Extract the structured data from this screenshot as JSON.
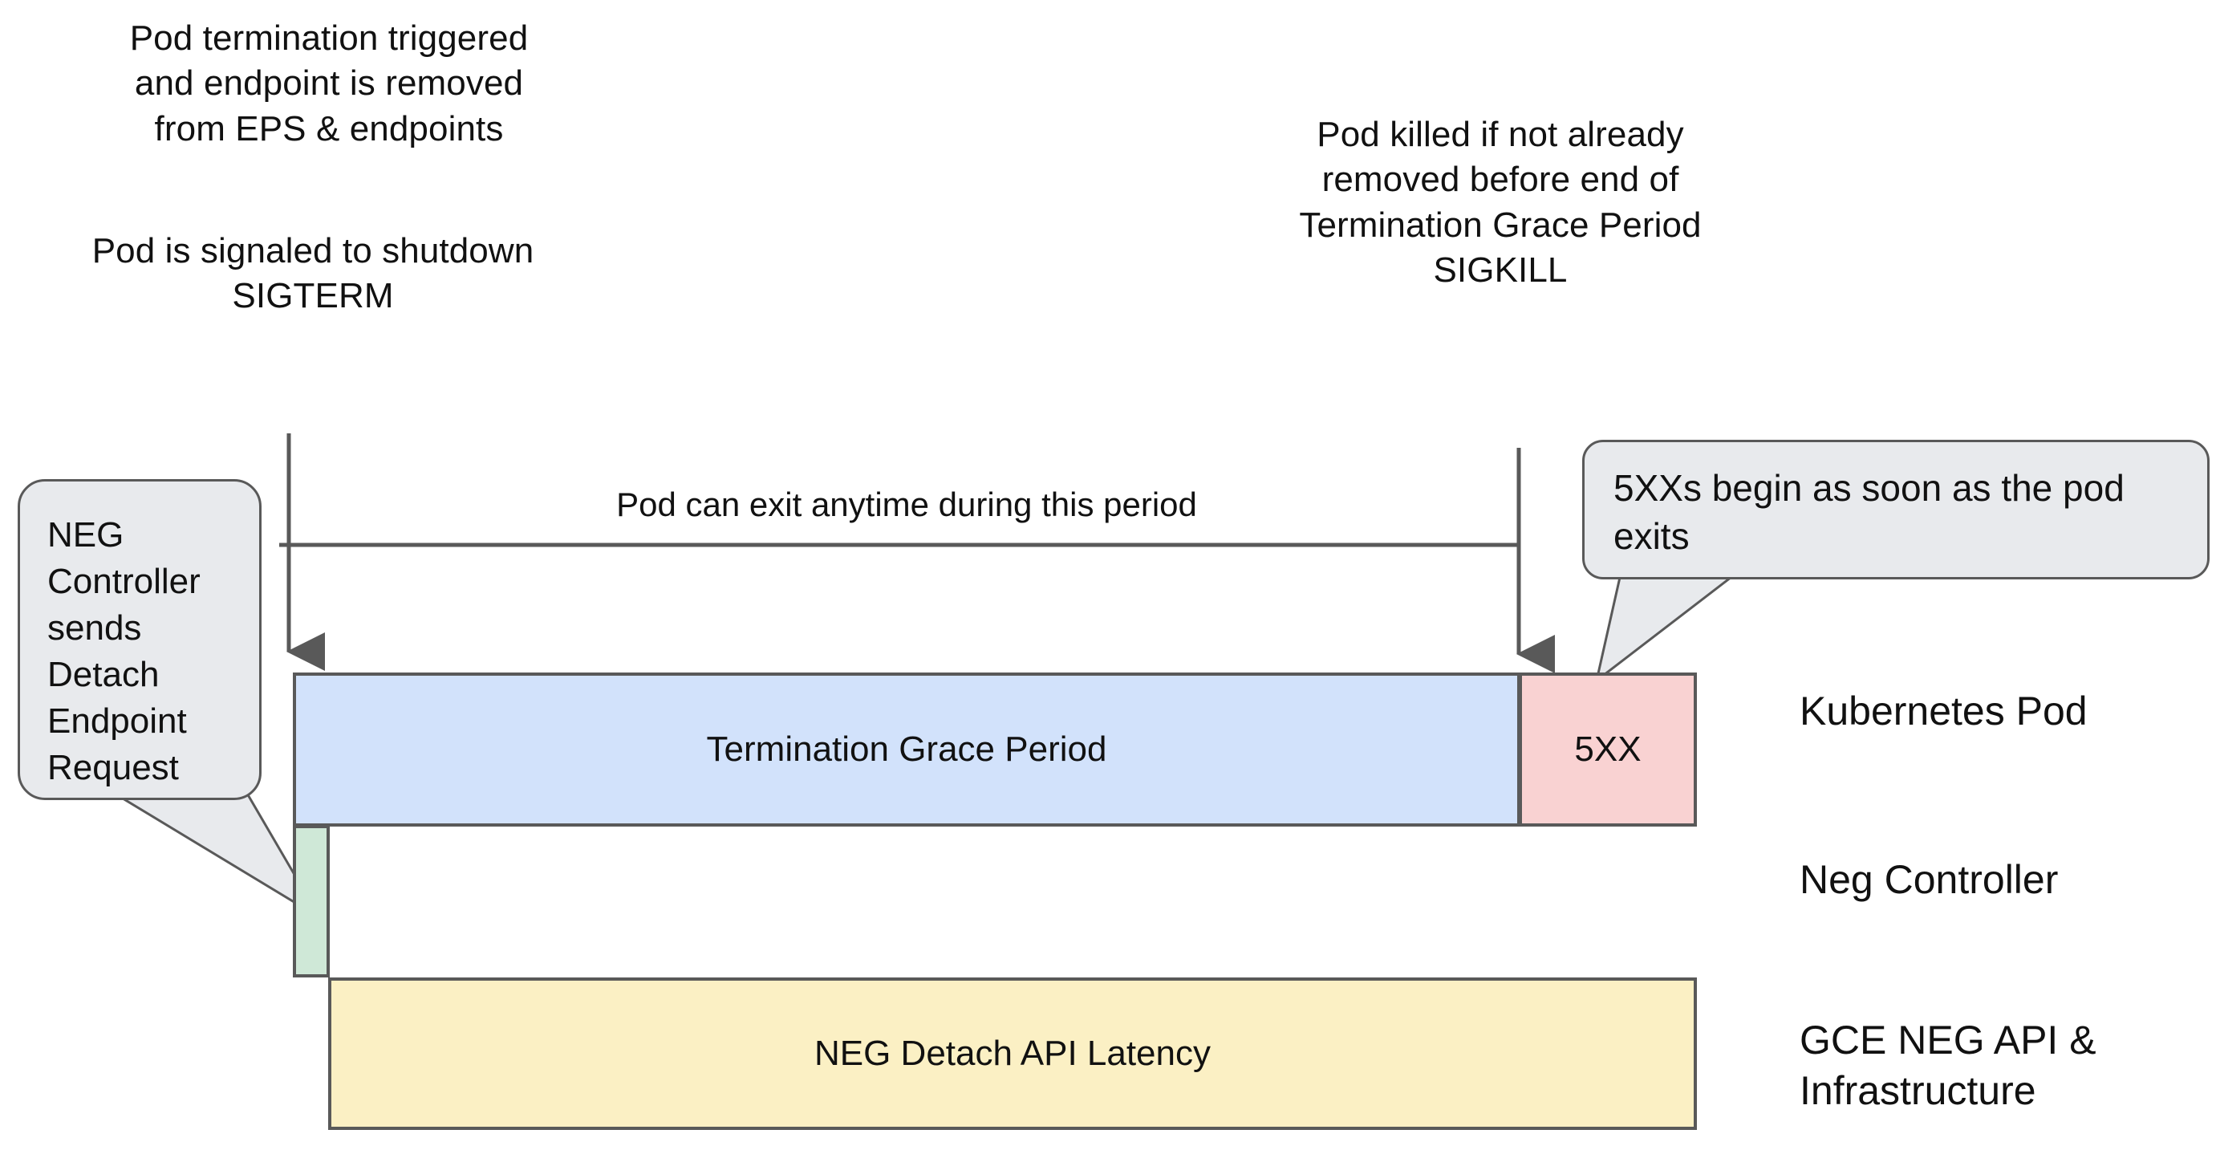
{
  "diagram": {
    "title": "Kubernetes Pod termination and NEG detach timeline",
    "background": "#ffffff"
  },
  "notes": {
    "termination_trigger": "Pod termination triggered\nand endpoint is removed\nfrom EPS & endpoints",
    "sigterm": "Pod is signaled to shutdown\nSIGTERM",
    "sigkill": "Pod killed if not already\nremoved before end of\nTermination Grace Period\nSIGKILL"
  },
  "caption": {
    "pod_exit": "Pod can exit anytime during this period"
  },
  "bubbles": {
    "neg_controller": "NEG Controller sends Detach Endpoint Request",
    "five_xx": "5XXs begin as soon as the pod exits"
  },
  "bars": {
    "termination_grace_period": {
      "label": "Termination Grace Period",
      "color": "#d2e2fb",
      "border": "#595959"
    },
    "five_xx": {
      "label": "5XX",
      "color": "#f9d2d2",
      "border": "#595959"
    },
    "neg_detach_request": {
      "label": "",
      "color": "#cfe8d7",
      "border": "#595959"
    },
    "neg_detach_api_latency": {
      "label": "NEG Detach API Latency",
      "color": "#fbf0c4",
      "border": "#595959"
    }
  },
  "lanes": [
    {
      "label": "Kubernetes Pod"
    },
    {
      "label": "Neg Controller"
    },
    {
      "label": "GCE NEG API &\nInfrastructure"
    }
  ],
  "colors": {
    "stroke": "#595959",
    "bubble_fill": "#e8eaed",
    "text": "#111111"
  },
  "icons": {
    "arrow_down_start": "arrow-down-icon",
    "arrow_down_end": "arrow-down-icon",
    "bubble_tail": "callout-tail-icon",
    "span_line": "horizontal-span-line-icon"
  }
}
